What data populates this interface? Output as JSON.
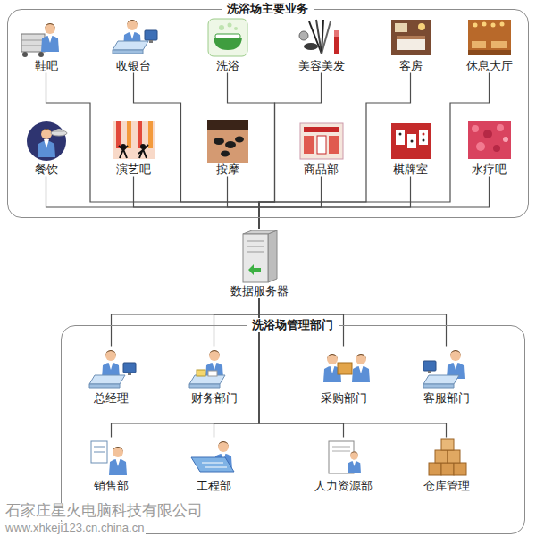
{
  "diagram": {
    "nodes": [
      {
        "text": [
          "洗浴场主要业务"
        ]
      },
      {
        "text": [
          "鞋吧"
        ],
        "in": 0
      },
      {
        "text": [
          "收银台"
        ],
        "in": 0
      },
      {
        "text": [
          "洗浴"
        ],
        "in": 0
      },
      {
        "text": [
          "美容美发"
        ],
        "in": 0
      },
      {
        "text": [
          "客房"
        ],
        "in": 0
      },
      {
        "text": [
          "休息大厅"
        ],
        "in": 0
      },
      {
        "text": [
          "餐饮"
        ],
        "in": 0
      },
      {
        "text": [
          "演艺吧"
        ],
        "in": 0
      },
      {
        "text": [
          "按摩"
        ],
        "in": 0
      },
      {
        "text": [
          "商品部"
        ],
        "in": 0
      },
      {
        "text": [
          "棋牌室"
        ],
        "in": 0
      },
      {
        "text": [
          "水疗吧"
        ],
        "in": 0
      },
      {
        "text": [
          "数据服务器"
        ]
      },
      {
        "text": [
          "洗浴场管理部门"
        ]
      },
      {
        "text": [
          "总经理"
        ],
        "in": 14
      },
      {
        "text": [
          "财务部门"
        ],
        "in": 14
      },
      {
        "text": [
          "采购部门"
        ],
        "in": 14
      },
      {
        "text": [
          "客服部门"
        ],
        "in": 14
      },
      {
        "text": [
          "销售部"
        ],
        "in": 14
      },
      {
        "text": [
          "工程部"
        ],
        "in": 14
      },
      {
        "text": [
          "人力资源部"
        ],
        "in": 14
      },
      {
        "text": [
          "仓库管理"
        ],
        "in": 14
      }
    ],
    "edges": [
      {
        "from": 1,
        "to": 13,
        "arrow": "none"
      },
      {
        "from": 2,
        "to": 13,
        "arrow": "none"
      },
      {
        "from": 3,
        "to": 13,
        "arrow": "none"
      },
      {
        "from": 4,
        "to": 13,
        "arrow": "none"
      },
      {
        "from": 5,
        "to": 13,
        "arrow": "none"
      },
      {
        "from": 6,
        "to": 13,
        "arrow": "none"
      },
      {
        "from": 7,
        "to": 13,
        "arrow": "none"
      },
      {
        "from": 8,
        "to": 13,
        "arrow": "none"
      },
      {
        "from": 9,
        "to": 13,
        "arrow": "none"
      },
      {
        "from": 10,
        "to": 13,
        "arrow": "none"
      },
      {
        "from": 11,
        "to": 13,
        "arrow": "none"
      },
      {
        "from": 12,
        "to": 13,
        "arrow": "none"
      },
      {
        "from": 13,
        "to": 15,
        "arrow": "none"
      },
      {
        "from": 13,
        "to": 16,
        "arrow": "none"
      },
      {
        "from": 13,
        "to": 17,
        "arrow": "none"
      },
      {
        "from": 13,
        "to": 18,
        "arrow": "none"
      },
      {
        "from": 13,
        "to": 19,
        "arrow": "none"
      },
      {
        "from": 13,
        "to": 20,
        "arrow": "none"
      },
      {
        "from": 13,
        "to": 21,
        "arrow": "none"
      },
      {
        "from": 13,
        "to": 22,
        "arrow": "none"
      }
    ],
    "labels": [
      "石家庄星火电脑科技有限公司",
      "www.xhkeji123.cn.china.cn"
    ]
  }
}
